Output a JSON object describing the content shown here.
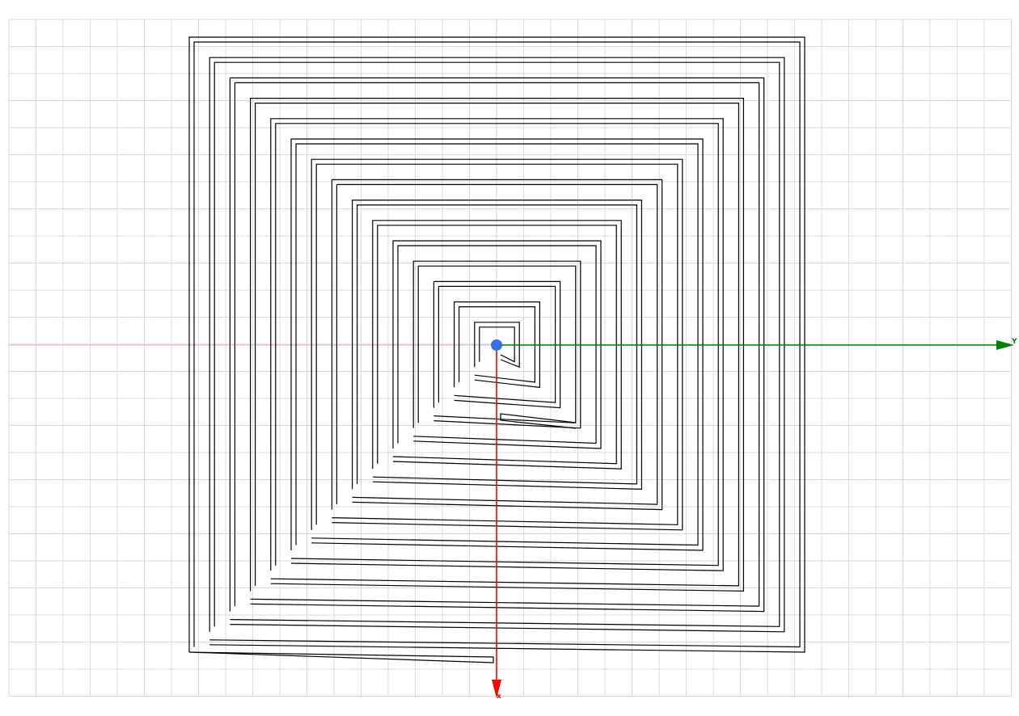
{
  "viewport": {
    "background": "#ffffff",
    "grid": true,
    "grid_color": "#d8d8e6"
  },
  "axes": {
    "x": {
      "label": "x",
      "color": "#ff0000",
      "direction": "down"
    },
    "y": {
      "label": "Y",
      "color": "#008000",
      "direction": "right"
    },
    "origin_color": "#3a6fe0",
    "reference_line_color": "#f0b0b0"
  },
  "coil": {
    "stroke_color": "#000000",
    "pairs": 15,
    "shape": "square-spiral"
  }
}
